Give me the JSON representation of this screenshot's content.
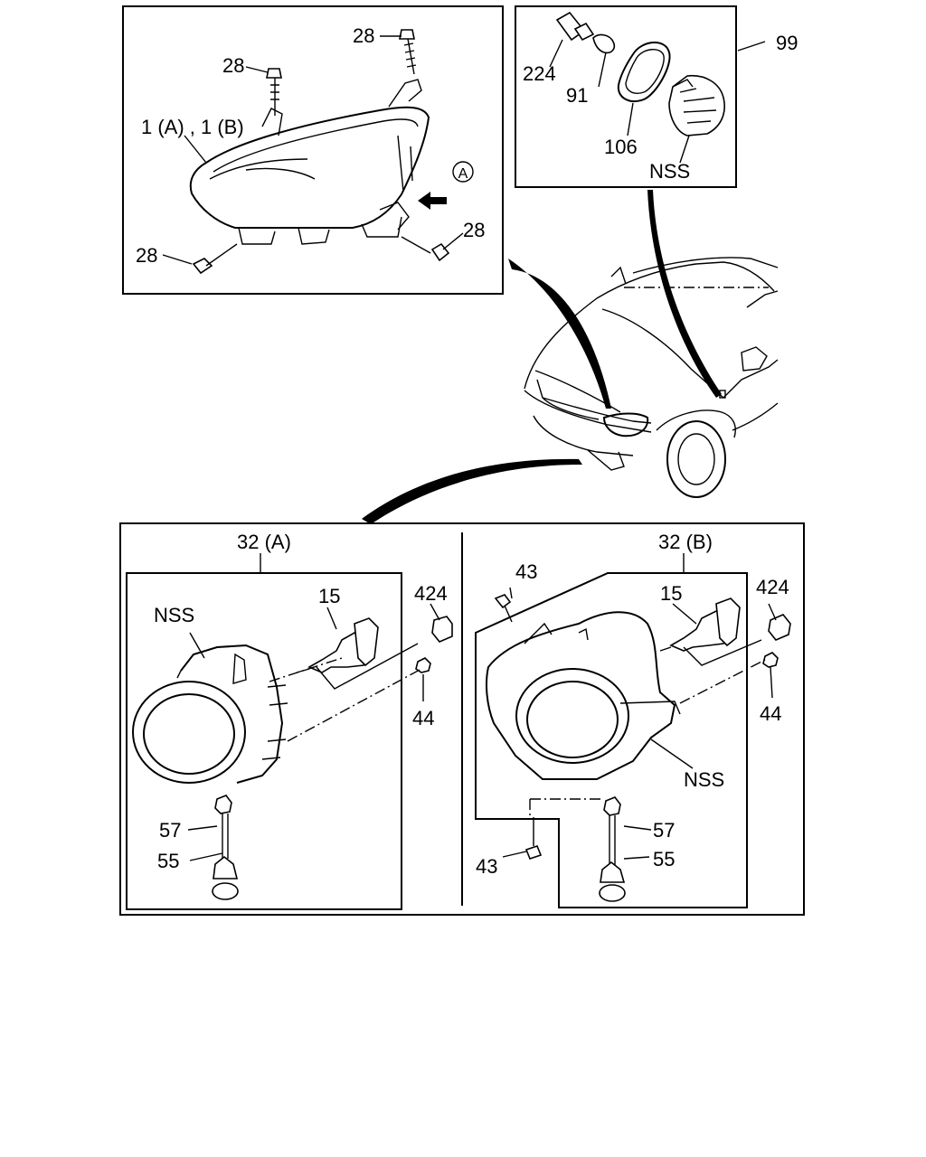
{
  "labels": {
    "headlamp_assy": "1 (A) , 1 (B)",
    "bolt_top": "28",
    "bolt_left_upper": "28",
    "bolt_lower_left": "28",
    "bolt_lower_right": "28",
    "view_marker": "A",
    "side_lamp_assy": "99",
    "socket": "224",
    "bulb_wedge": "91",
    "gasket": "106",
    "side_lamp_lens": "NSS",
    "fog_lamp_a": "32 (A)",
    "fog_lamp_a_body": "NSS",
    "fog_bulb_a": "15",
    "fog_connector_a": "424",
    "fog_nut_a": "44",
    "fog_grommet_a": "57",
    "fog_adjuster_a": "55",
    "fog_lamp_b": "32 (B)",
    "fog_screw_b_top": "43",
    "fog_bulb_b": "15",
    "fog_connector_b": "424",
    "fog_nut_b": "44",
    "fog_lamp_b_body": "NSS",
    "fog_grommet_b": "57",
    "fog_screw_b_bottom": "43",
    "fog_adjuster_b": "55"
  }
}
